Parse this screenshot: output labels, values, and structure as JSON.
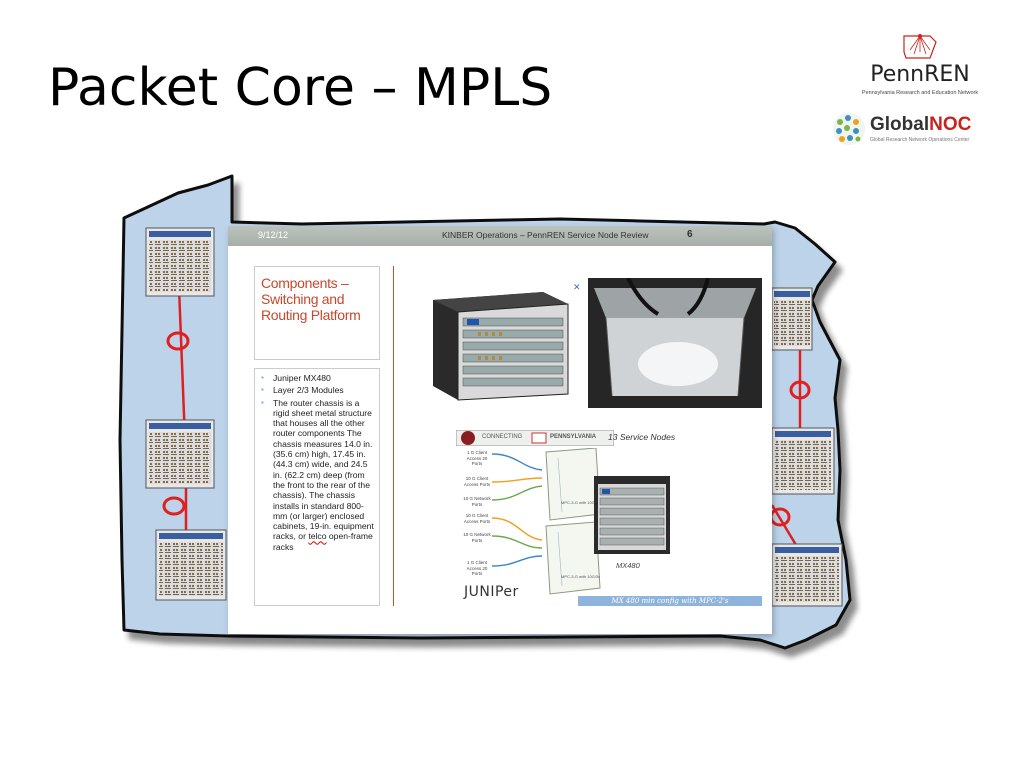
{
  "slide": {
    "title": "Packet Core – MPLS"
  },
  "logos": {
    "pennren": {
      "name": "PennREN",
      "tagline": "Pennsylvania Research and Education Network"
    },
    "globalnoc": {
      "name_part1": "Global",
      "name_part2": "NOC",
      "tagline": "Global Research Network Operations Center"
    }
  },
  "colors": {
    "map_fill": "#bcd3ea",
    "link_red": "#e02020",
    "title_red": "#c7472c",
    "header_gray": "#b0b8b2"
  },
  "embedded_slide": {
    "date": "9/12/12",
    "header_title": "KINBER Operations – PennREN Service Node Review",
    "page_number": "6",
    "components_title": "Components – Switching and Routing Platform",
    "bullets": [
      "Juniper MX480",
      "Layer 2/3 Modules",
      "The router chassis is a rigid sheet metal structure that houses all the other router components The chassis measures 14.0 in. (35.6 cm) high, 17.45 in. (44.3 cm) wide, and 24.5 in. (62.2 cm) deep (from the front to the rear of the chassis). The chassis installs in standard 800-mm (or larger) enclosed cabinets, 19-in. equipment racks, or"
    ],
    "bullet_last_line_word": "telco",
    "bullet_last_line_rest": " open-frame racks",
    "diagram": {
      "banner_left": "CONNECTING",
      "banner_right": "PENNSYLVANIA",
      "service_nodes": "13 Service Nodes",
      "ports": [
        "1 G Client Access 20 Ports",
        "10 G Client Access Ports",
        "10 G Network Ports",
        "10 G Client Access Ports",
        "10 G Network Ports",
        "1 G Client Access 20 Ports"
      ],
      "mpc_top": "MPC-3-G with 10G/3x",
      "mpc_bottom": "MPC-3-G with 10G/3x",
      "chassis_label": "MX480",
      "vendor": "JUNIPer",
      "caption": "MX 480 min config with MPC-2's"
    }
  }
}
